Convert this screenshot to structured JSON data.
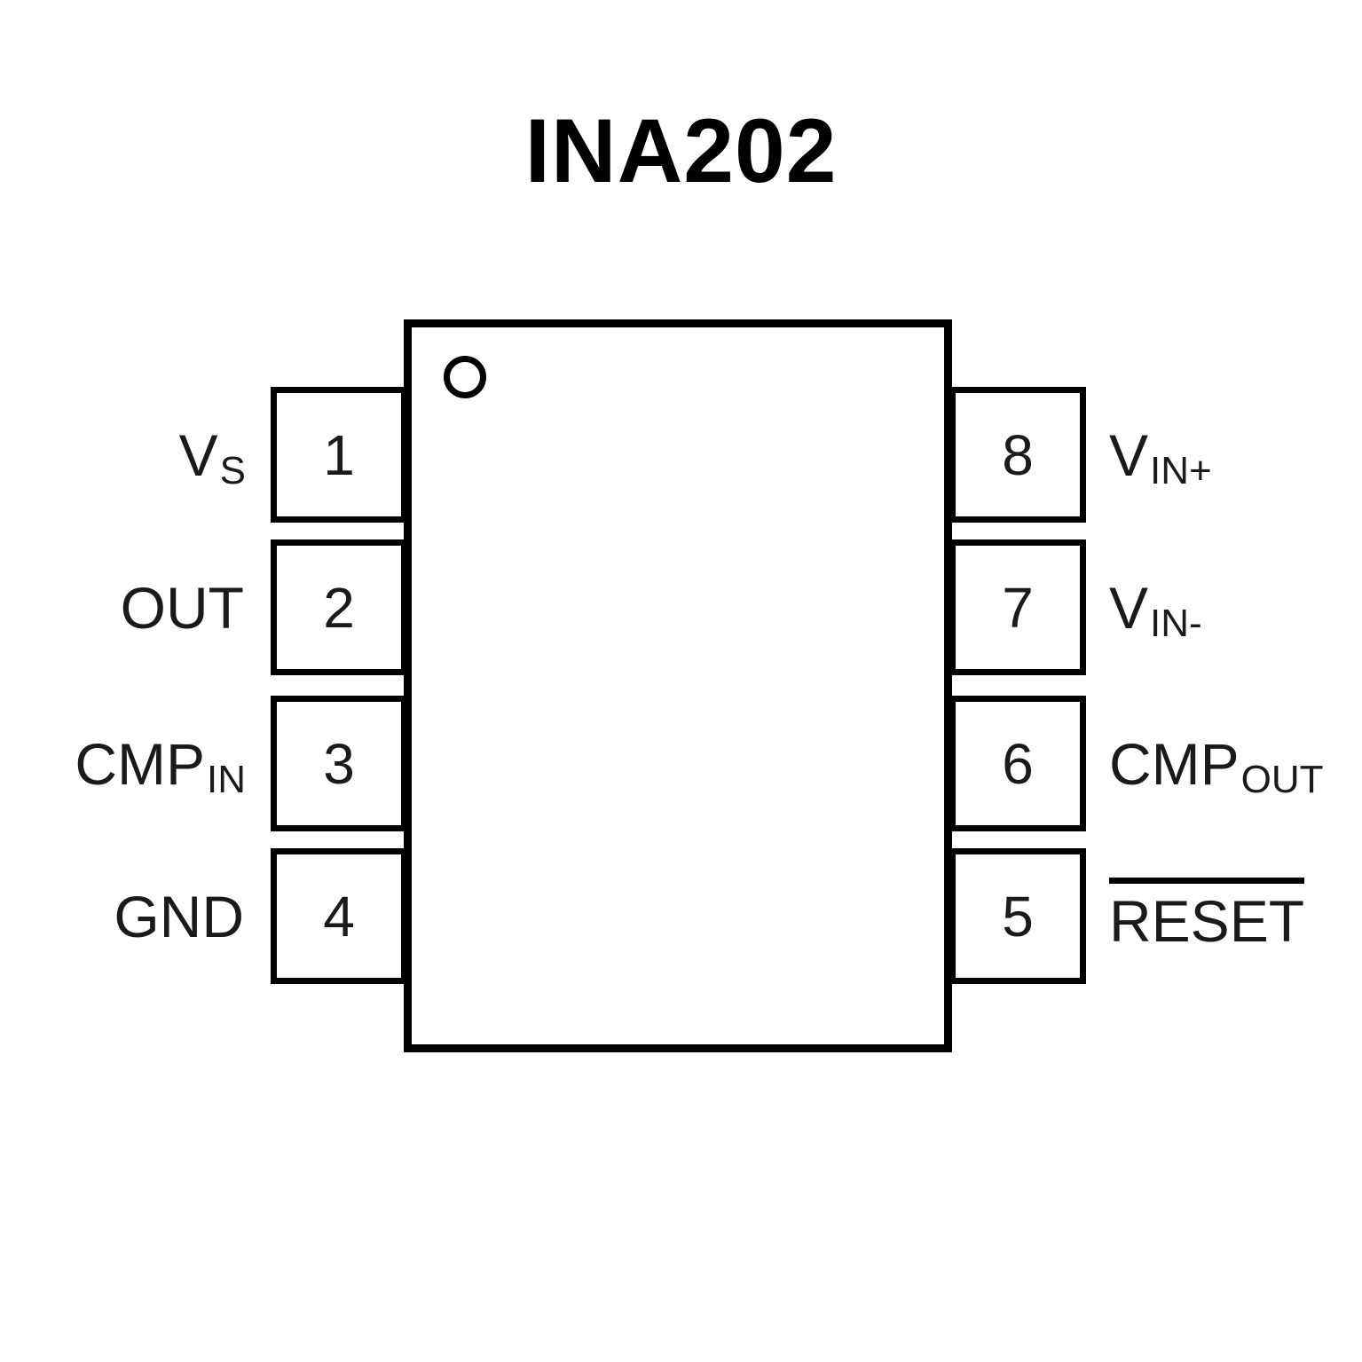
{
  "title": "INA202",
  "pins": {
    "left": [
      {
        "number": "1",
        "name": "V",
        "sub": "S"
      },
      {
        "number": "2",
        "name": "OUT",
        "sub": ""
      },
      {
        "number": "3",
        "name": "CMP",
        "sub": "IN"
      },
      {
        "number": "4",
        "name": "GND",
        "sub": ""
      }
    ],
    "right": [
      {
        "number": "8",
        "name": "V",
        "sub": "IN+"
      },
      {
        "number": "7",
        "name": "V",
        "sub": "IN-"
      },
      {
        "number": "6",
        "name": "CMP",
        "sub": "OUT"
      },
      {
        "number": "5",
        "name": "RESET",
        "sub": ""
      }
    ]
  },
  "colors": {
    "line": "#000000",
    "text": "#1a1a1a",
    "background": "#ffffff"
  }
}
